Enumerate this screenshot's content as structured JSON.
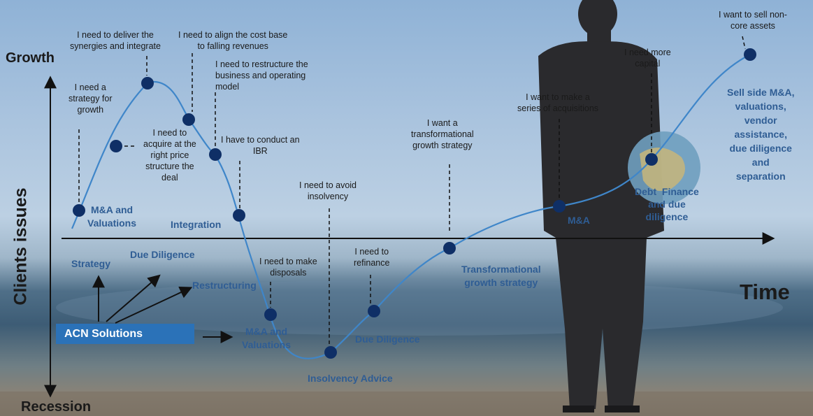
{
  "axes": {
    "y_top": "Growth",
    "y_bottom": "Recession",
    "y_title": "Clients issues",
    "x_title": "Time"
  },
  "acn_box": "ACN Solutions",
  "solutions": {
    "strategy": "Strategy",
    "due_diligence_top": "Due Diligence",
    "restructuring": "Restructuring",
    "ma_valuations_left": "M&A and\nValuations",
    "integration": "Integration",
    "ma_valuations_low": "M&A and\nValuations",
    "insolvency_advice": "Insolvency Advice",
    "due_diligence_low": "Due Diligence",
    "transformational": "Transformational\ngrowth strategy",
    "ma_right": "M&A",
    "debt_finance": "Debt  Finance\nand due\ndiligence",
    "sell_side": "Sell side M&A,\nvaluations,\nvendor\nassistance,\ndue diligence\nand\nseparation"
  },
  "issues": {
    "strategy_growth": "I need a\nstrategy for\ngrowth",
    "synergies": "I need to deliver the\nsynergies and integrate",
    "cost_base": "I need to align the cost base\nto falling revenues",
    "restructure": "I need to restructure the\nbusiness and operating\nmodel",
    "acquire": "I need to\nacquire at the\nright price\nstructure the\ndeal",
    "ibr": "I have to conduct an\nIBR",
    "avoid_insolvency": "I need to avoid\ninsolvency",
    "disposals": "I need to make\ndisposals",
    "refinance": "I need to\nrefinance",
    "transformational": "I want a\ntransformational\ngrowth strategy",
    "acquisitions": "I want to make a\nseries of acquisitions",
    "more_capital": "I need more\ncapital",
    "sell_noncore": "I want to sell non-\ncore assets"
  },
  "colors": {
    "curve": "#3f86c9",
    "point": "#0f2f66",
    "solution_text": "#2f5d94",
    "acn_box": "#2b72b8"
  }
}
